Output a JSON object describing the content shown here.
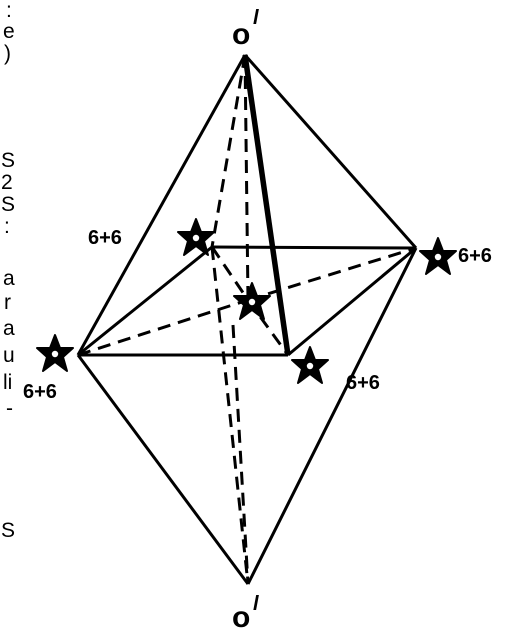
{
  "diagram": {
    "top_vertex_label": "o",
    "top_vertex_superscript": "l",
    "bottom_vertex_label": "o",
    "bottom_vertex_superscript": "l",
    "edge_labels": {
      "back_left": "6+6",
      "right": "6+6",
      "left": "6+6",
      "front_right": "6+6"
    }
  },
  "clipped_margin_text": {
    "lines": [
      ":",
      "e",
      ")",
      "",
      "",
      "S",
      "2",
      "S",
      ":",
      "a",
      "r",
      "a",
      "u",
      "li",
      "-",
      "",
      "",
      "S"
    ]
  }
}
